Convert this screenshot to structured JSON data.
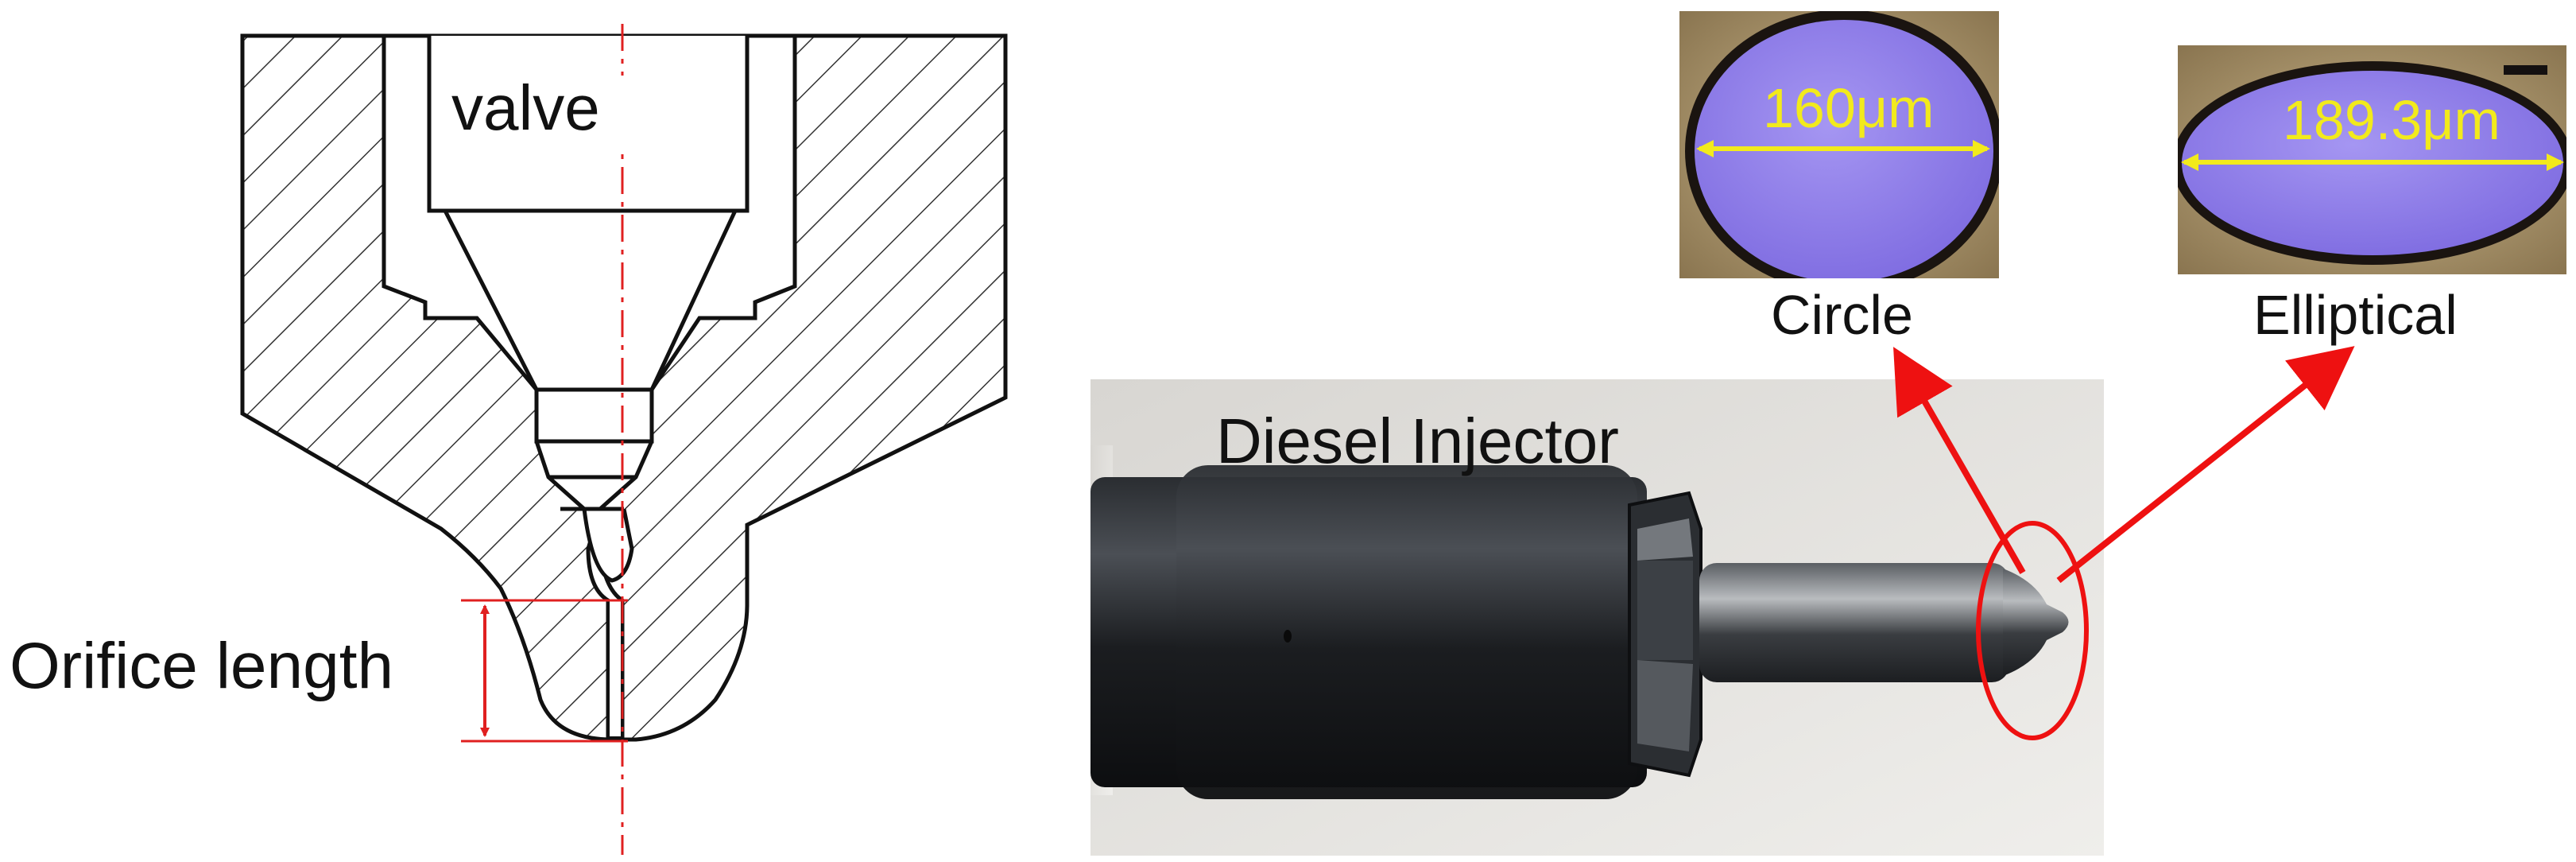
{
  "cross_section": {
    "valve_label": "valve",
    "orifice_label": "Orifice length"
  },
  "photo": {
    "title": "Diesel Injector"
  },
  "micrographs": [
    {
      "shape": "Circle",
      "diameter": "160μm"
    },
    {
      "shape": "Elliptical",
      "diameter": "189.3μm"
    }
  ],
  "colors": {
    "outline": "#111111",
    "centerline": "#e02020",
    "dimension": "#e02020",
    "annotation_arrow": "#ee1111",
    "orifice_fill": "#8f7de8",
    "measure": "#f2ea1c"
  }
}
